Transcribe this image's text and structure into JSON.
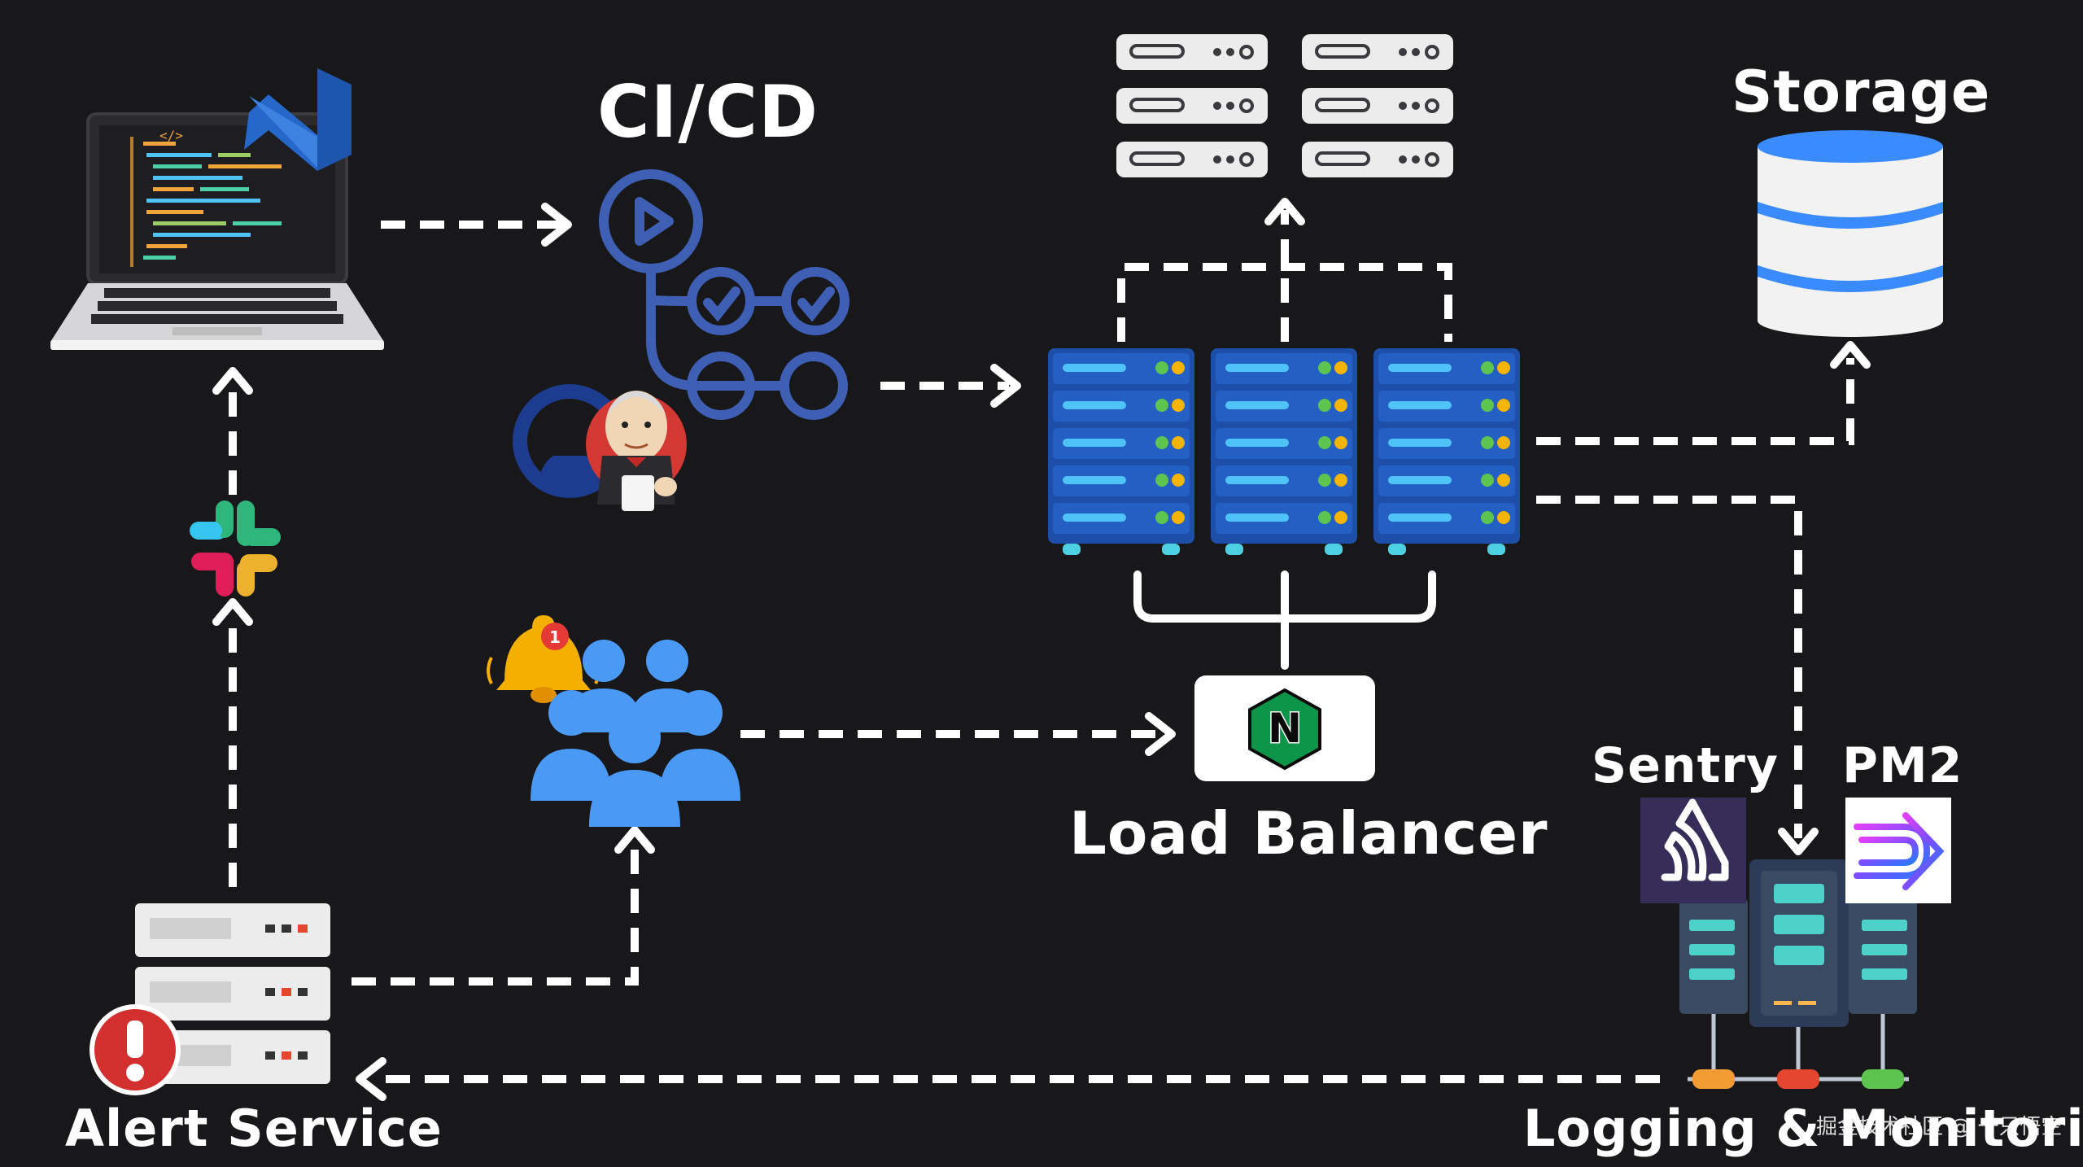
{
  "labels": {
    "cicd": "CI/CD",
    "storage": "Storage",
    "load_balancer": "Load Balancer",
    "sentry": "Sentry",
    "pm2": "PM2",
    "alert_service": "Alert Service",
    "logging": "Logging & Monitoring"
  },
  "badges": {
    "notification_count": "1",
    "nginx_letter": "N",
    "code_tag": "</>"
  },
  "watermark": "掘金技术社区 @ 一只悟空",
  "colors": {
    "background": "#18181b",
    "arrow": "#ffffff",
    "server_blue": "#1d4fa8",
    "server_cyan": "#4fc3f7",
    "db_blue": "#3a8bff",
    "users_blue": "#4a9af5",
    "pipeline": "#3f5fb4",
    "nginx_green": "#0c9448",
    "sentry_purple": "#362d59",
    "slack_teal": "#36c5f0",
    "slack_green": "#2eb67d",
    "slack_red": "#e01e5a",
    "slack_yellow": "#ecb22e",
    "alert_red": "#e53935"
  },
  "icons": [
    "laptop-icon",
    "vscode-icon",
    "pipeline-icon",
    "github-icon",
    "jenkins-icon",
    "slack-icon",
    "bell-icon",
    "users-icon",
    "server-rack-icon",
    "database-icon",
    "nginx-icon",
    "sentry-icon",
    "pm2-icon",
    "monitoring-server-icon",
    "alert-icon"
  ]
}
